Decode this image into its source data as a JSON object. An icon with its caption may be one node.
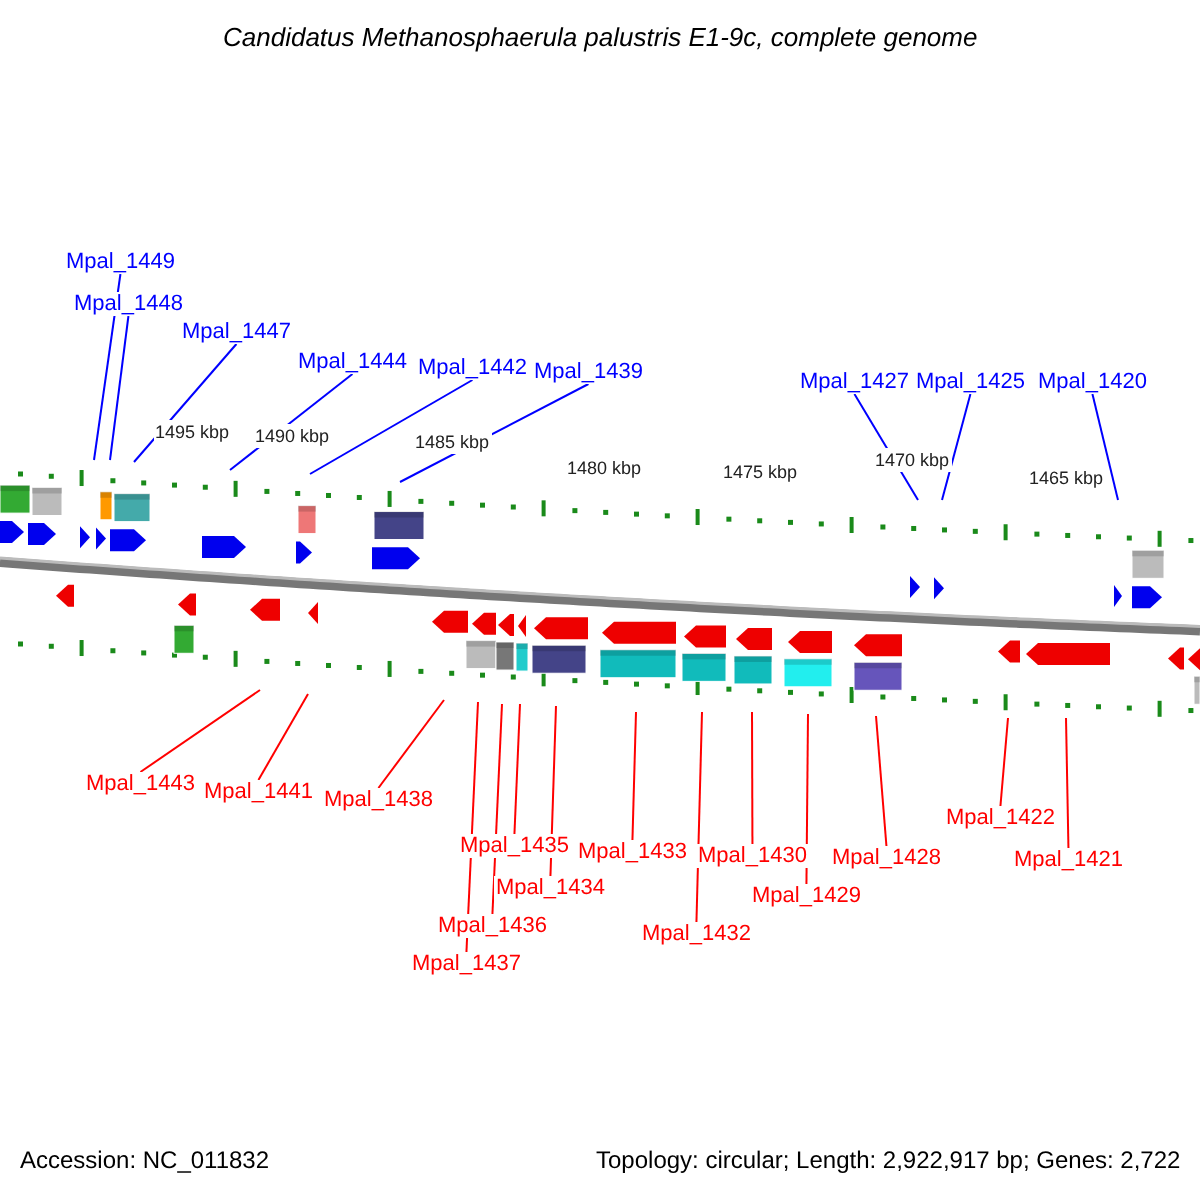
{
  "diagram": {
    "title": "Candidatus Methanosphaerula palustris E1-9c, complete genome",
    "nodes": [
      {
        "text": [
          "Mpal_1449"
        ]
      },
      {
        "text": [
          "Mpal_1448"
        ]
      },
      {
        "text": [
          "Mpal_1447"
        ]
      },
      {
        "text": [
          "Mpal_1444"
        ]
      },
      {
        "text": [
          "Mpal_1442"
        ]
      },
      {
        "text": [
          "Mpal_1439"
        ]
      },
      {
        "text": [
          "Mpal_1427"
        ]
      },
      {
        "text": [
          "Mpal_1425"
        ]
      },
      {
        "text": [
          "Mpal_1420"
        ]
      },
      {
        "text": [
          "Mpal_1443"
        ]
      },
      {
        "text": [
          "Mpal_1441"
        ]
      },
      {
        "text": [
          "Mpal_1438"
        ]
      },
      {
        "text": [
          "Mpal_1437"
        ]
      },
      {
        "text": [
          "Mpal_1436"
        ]
      },
      {
        "text": [
          "Mpal_1435"
        ]
      },
      {
        "text": [
          "Mpal_1434"
        ]
      },
      {
        "text": [
          "Mpal_1433"
        ]
      },
      {
        "text": [
          "Mpal_1432"
        ]
      },
      {
        "text": [
          "Mpal_1430"
        ]
      },
      {
        "text": [
          "Mpal_1429"
        ]
      },
      {
        "text": [
          "Mpal_1428"
        ]
      },
      {
        "text": [
          "Mpal_1422"
        ]
      },
      {
        "text": [
          "Mpal_1421"
        ]
      }
    ],
    "edges": [
      {
        "from": 0,
        "to": null,
        "arrow": "none",
        "color": "#0000ff"
      },
      {
        "from": 1,
        "to": null,
        "arrow": "none",
        "color": "#0000ff"
      },
      {
        "from": 2,
        "to": null,
        "arrow": "none",
        "color": "#0000ff"
      },
      {
        "from": 3,
        "to": null,
        "arrow": "none",
        "color": "#0000ff"
      },
      {
        "from": 4,
        "to": null,
        "arrow": "none",
        "color": "#0000ff"
      },
      {
        "from": 5,
        "to": null,
        "arrow": "none",
        "color": "#0000ff"
      },
      {
        "from": 6,
        "to": null,
        "arrow": "none",
        "color": "#0000ff"
      },
      {
        "from": 7,
        "to": null,
        "arrow": "none",
        "color": "#0000ff"
      },
      {
        "from": 8,
        "to": null,
        "arrow": "none",
        "color": "#0000ff"
      },
      {
        "from": 9,
        "to": null,
        "arrow": "none"
      },
      {
        "from": 10,
        "to": null,
        "arrow": "none"
      },
      {
        "from": 11,
        "to": null,
        "arrow": "none"
      },
      {
        "from": 12,
        "to": null,
        "arrow": "none"
      },
      {
        "from": 13,
        "to": null,
        "arrow": "none"
      },
      {
        "from": 14,
        "to": null,
        "arrow": "none"
      },
      {
        "from": 15,
        "to": null,
        "arrow": "none"
      },
      {
        "from": 16,
        "to": null,
        "arrow": "none"
      },
      {
        "from": 17,
        "to": null,
        "arrow": "none"
      },
      {
        "from": 18,
        "to": null,
        "arrow": "none"
      },
      {
        "from": 19,
        "to": null,
        "arrow": "none"
      },
      {
        "from": 20,
        "to": null,
        "arrow": "none"
      },
      {
        "from": 21,
        "to": null,
        "arrow": "none"
      },
      {
        "from": 22,
        "to": null,
        "arrow": "none"
      }
    ],
    "labels": [
      "1495 kbp",
      "1490 kbp",
      "1485 kbp",
      "1480 kbp",
      "1475 kbp",
      "1470 kbp",
      "1465 kbp",
      "Accession: NC_011832",
      "Topology: circular; Length: 2,922,917 bp; Genes: 2,722"
    ]
  }
}
